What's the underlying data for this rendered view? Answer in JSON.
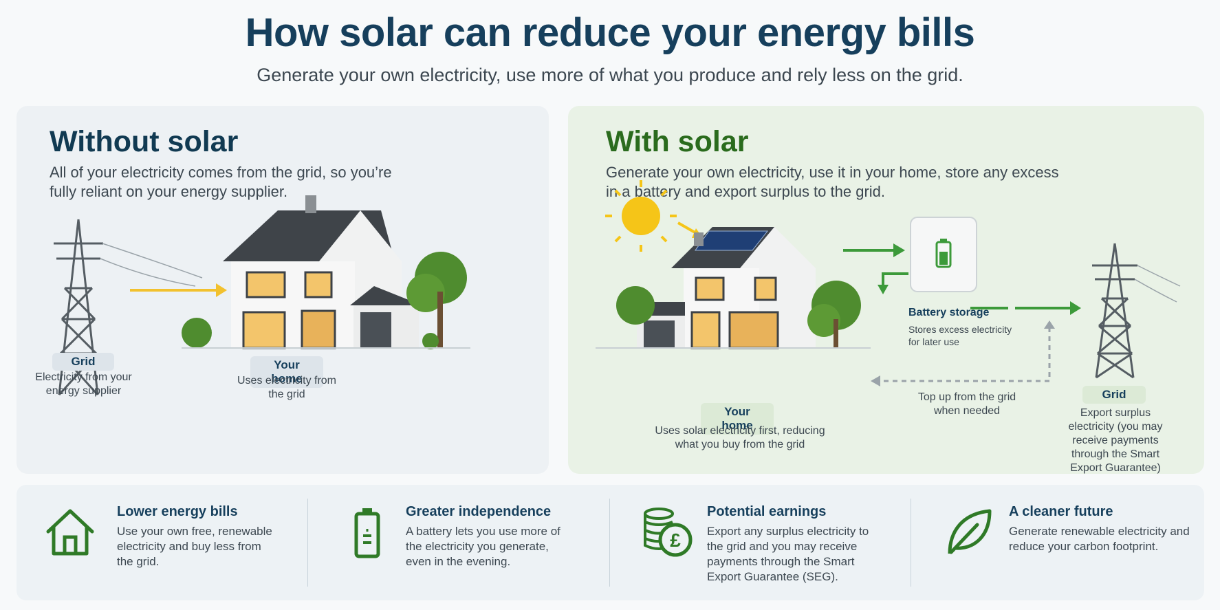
{
  "header": {
    "title": "How solar can reduce your energy bills",
    "subtitle": "Generate your own electricity, use more of what you produce and rely less on the grid."
  },
  "without_solar": {
    "title": "Without solar",
    "description": "All of your electricity comes from the grid, so you’re fully reliant on your energy supplier.",
    "grid_label": "Grid",
    "grid_text": "Electricity from your energy supplier",
    "home_label": "Your home",
    "home_text": "Uses electricity from the grid"
  },
  "with_solar": {
    "title": "With solar",
    "description": "Generate your own electricity, use it in your home, store any excess in a battery and export surplus to the grid.",
    "battery_title": "Battery storage",
    "battery_text": "Stores excess electricity for later use",
    "topup_text": "Top up from the grid when needed",
    "home_label": "Your home",
    "home_text": "Uses solar electricity first, reducing what you buy from the grid",
    "grid_label": "Grid",
    "grid_text": "Export surplus electricity (you may receive payments through the Smart Export Guarantee)"
  },
  "benefits": [
    {
      "icon": "house-icon",
      "title": "Lower energy bills",
      "text": "Use your own free, renewable electricity and buy less from the grid."
    },
    {
      "icon": "battery-icon",
      "title": "Greater independence",
      "text": "A battery lets you use more of the electricity you generate, even in the evening."
    },
    {
      "icon": "coins-pound-icon",
      "title": "Potential earnings",
      "text": "Export any surplus electricity to the grid and you may receive payments through the Smart Export Guarantee (SEG)."
    },
    {
      "icon": "leaf-icon",
      "title": "A cleaner future",
      "text": "Generate renewable electricity and reduce your carbon footprint."
    }
  ],
  "colors": {
    "title": "#163f5c",
    "green": "#2a6b1d",
    "accent_green": "#3c9a3a",
    "solar_yellow": "#f5c518"
  }
}
